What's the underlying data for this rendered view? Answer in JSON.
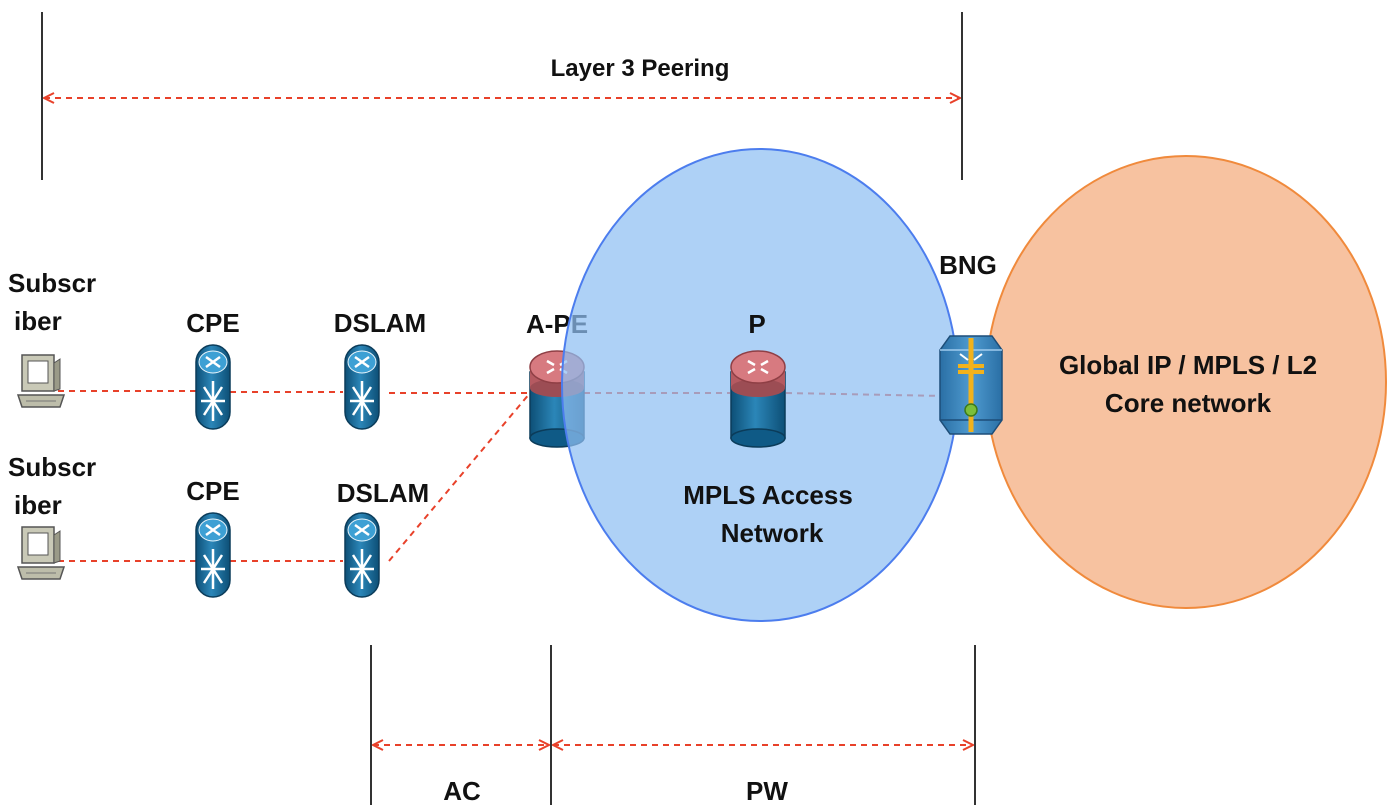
{
  "layer3_label": "Layer 3 Peering",
  "ac_label": "AC",
  "pw_label": "PW",
  "subscriber_1": {
    "line1": "Subscr",
    "line2": "iber"
  },
  "subscriber_2": {
    "line1": "Subscr",
    "line2": "iber"
  },
  "cpe_1": "CPE",
  "cpe_2": "CPE",
  "dslam_1": "DSLAM",
  "dslam_2": "DSLAM",
  "ape": "A-PE",
  "p_router": "P",
  "bng": "BNG",
  "mpls_access": {
    "line1": "MPLS Access",
    "line2": "Network"
  },
  "core": {
    "line1": "Global IP / MPLS / L2",
    "line2": "Core network"
  },
  "colors": {
    "link": "#e8412a",
    "mpls_fill": "#a9cdf4",
    "mpls_stroke": "#4c7dee",
    "core_fill": "#f7c2a0",
    "core_stroke": "#f08a3c",
    "router_top": "#c0646b",
    "switch": "#1f6f9e"
  },
  "icons": [
    "pc-icon",
    "router-icon",
    "atm-switch-icon",
    "bng-switch-icon"
  ]
}
